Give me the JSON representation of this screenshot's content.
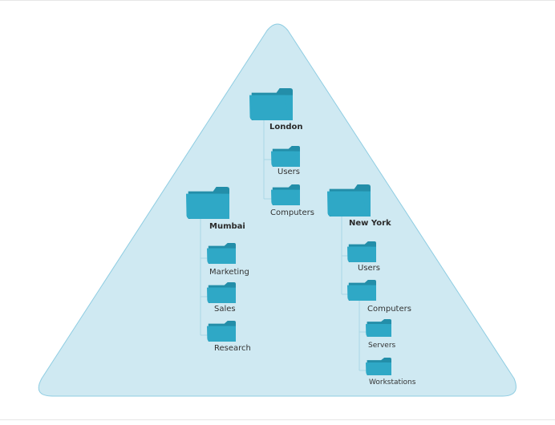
{
  "colors": {
    "triangle_fill": "#cfe9f2",
    "triangle_stroke": "#8fcde2",
    "folder_front": "#2fa8c6",
    "folder_back": "#238ea9",
    "connector": "#a9d6e5",
    "text": "#333333"
  },
  "icons": [
    "folder-icon"
  ],
  "locations": [
    {
      "name": "London",
      "children": [
        {
          "name": "Users",
          "children": []
        },
        {
          "name": "Computers",
          "children": []
        }
      ]
    },
    {
      "name": "Mumbai",
      "children": [
        {
          "name": "Marketing",
          "children": []
        },
        {
          "name": "Sales",
          "children": []
        },
        {
          "name": "Research",
          "children": []
        }
      ]
    },
    {
      "name": "New York",
      "children": [
        {
          "name": "Users",
          "children": []
        },
        {
          "name": "Computers",
          "children": [
            {
              "name": "Servers"
            },
            {
              "name": "Workstations"
            }
          ]
        }
      ]
    }
  ]
}
